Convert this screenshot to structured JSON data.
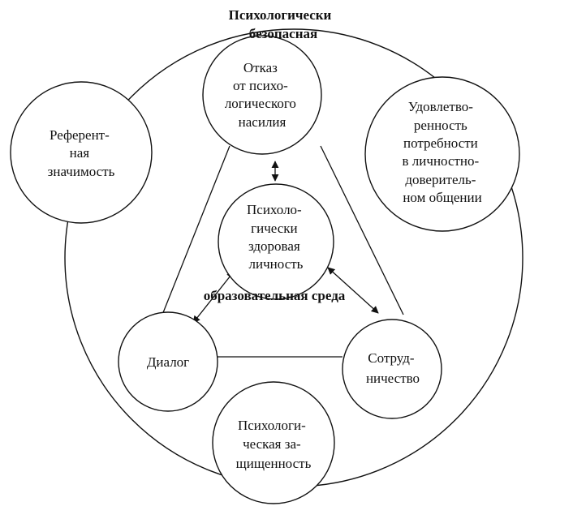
{
  "environment": {
    "title_line1": "Психологически",
    "title_line2": "безопасная",
    "center_label": "образовательная среда"
  },
  "nodes": {
    "refusal": {
      "lines": [
        "Отказ",
        "от психо-",
        "логического",
        "насилия"
      ]
    },
    "center": {
      "lines": [
        "Психоло-",
        "гически",
        "здоровая",
        "личность"
      ]
    },
    "referent": {
      "lines": [
        "Референт-",
        "ная",
        "значимость"
      ]
    },
    "satisfaction": {
      "lines": [
        "Удовлетво-",
        "ренность",
        "потребности",
        "в личностно-",
        "доверитель-",
        "ном общении"
      ]
    },
    "dialogue": {
      "lines": [
        "Диалог"
      ]
    },
    "cooperation": {
      "lines": [
        "Сотруд-",
        "ничество"
      ]
    },
    "protection": {
      "lines": [
        "Психологи-",
        "ческая за-",
        "щищенность"
      ]
    }
  }
}
